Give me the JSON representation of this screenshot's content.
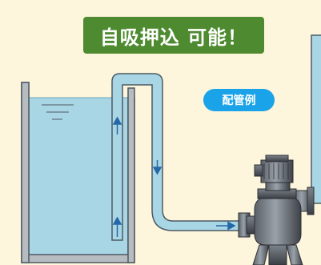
{
  "title": "自吸押込 可能！",
  "example_label": "配管例",
  "colors": {
    "background": "#fdf6dd",
    "title_bg": "#4e8a2f",
    "label_bg": "#1aa3e8",
    "water": "#a9d6e5",
    "pipe": "#a9d6e5",
    "pump": "#4a4f56",
    "arrow": "#2468a8"
  },
  "icons": [
    "flow-arrow-up",
    "flow-arrow-down",
    "flow-arrow-right",
    "pump-motor",
    "tank"
  ]
}
